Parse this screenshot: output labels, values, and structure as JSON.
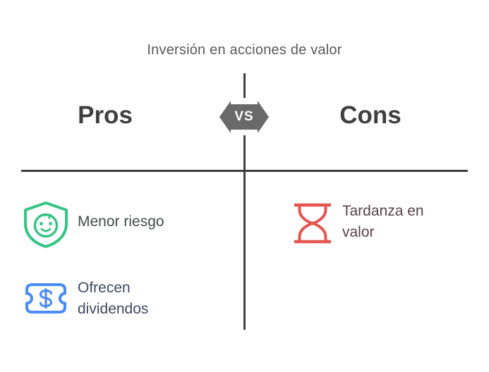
{
  "title": "Inversión en acciones de valor",
  "versus": {
    "left_header": "Pros",
    "right_header": "Cons",
    "badge_label": "VS"
  },
  "pros": {
    "items": [
      {
        "label": "Menor riesgo",
        "icon": "shield-baby-face-icon",
        "icon_color": "#36c485",
        "text_color": "#404d46"
      },
      {
        "label": "Ofrecen dividendos",
        "icon": "banknote-dollar-icon",
        "icon_color": "#4b8bf5",
        "text_color": "#3f4a5e"
      }
    ]
  },
  "cons": {
    "items": [
      {
        "label": "Tardanza en valor",
        "icon": "hourglass-icon",
        "icon_color": "#e4564f",
        "text_color": "#584347"
      }
    ]
  },
  "colors": {
    "background": "#ffffff",
    "title_text": "#595959",
    "header_text": "#3f3f3f",
    "divider": "#3e3e3e",
    "vs_badge_fill": "#696969",
    "vs_badge_text": "#ffffff"
  }
}
